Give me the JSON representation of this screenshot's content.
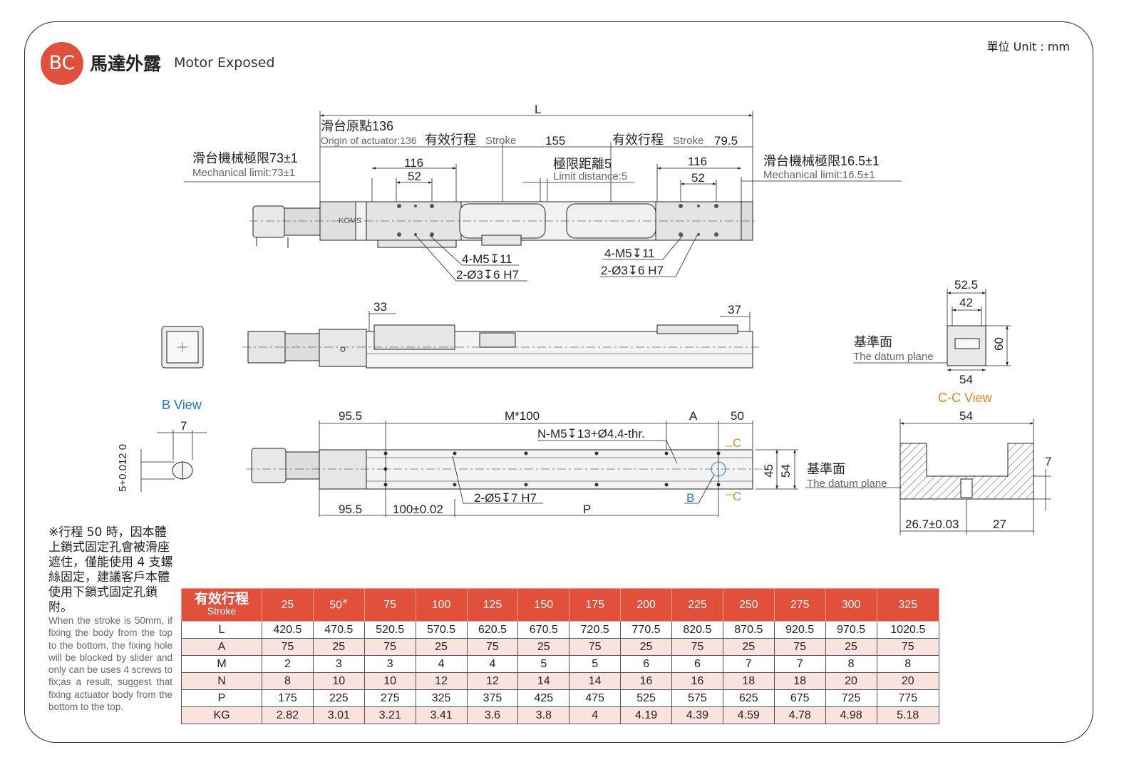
{
  "header": {
    "badge": "BC",
    "title_zh": "馬達外露",
    "title_en": "Motor Exposed",
    "unit": "單位 Unit : mm"
  },
  "colors": {
    "accent": "#e2503b",
    "row_alt": "#fbe3dd",
    "blue_label": "#1e7ac8",
    "orange_label": "#e8861e"
  },
  "drawing": {
    "top_view": {
      "L": "L",
      "origin_zh": "滑台原點136",
      "origin_en": "Origin of actuator:136",
      "stroke_zh": "有效行程",
      "stroke_en": "Stroke",
      "mid_155": "155",
      "stroke2_zh": "有效行程",
      "stroke2_en": "Stroke",
      "dim_79_5": "79.5",
      "mech_left_zh": "滑台機械極限73±1",
      "mech_left_en": "Mechanical limit:73±1",
      "limit_zh": "極限距離5",
      "limit_en": "Limit distance:5",
      "mech_right_zh": "滑台機械極限16.5±1",
      "mech_right_en": "Mechanical limit:16.5±1",
      "d116_left": "116",
      "d52_left": "52",
      "d116_right": "116",
      "d52_right": "52",
      "holes_left_1": "4-M5↧11",
      "holes_left_2": "2-Ø3↧6 H7",
      "holes_right_1": "4-M5↧11",
      "holes_right_2": "2-Ø3↧6 H7",
      "brand": "KOMS"
    },
    "side_view": {
      "d33": "33",
      "d37": "37"
    },
    "cc_view": {
      "d52_5": "52.5",
      "d42": "42",
      "d60": "60",
      "d54": "54",
      "datum_zh": "基準面",
      "datum_en": "The datum plane",
      "label": "C-C View"
    },
    "b_view": {
      "label": "B View",
      "d7": "7",
      "tol": "5+0.012\n   0"
    },
    "bottom_view": {
      "d95_5_top": "95.5",
      "M100": "M*100",
      "A": "A",
      "d50": "50",
      "nholes": "N-M5↧13+Ø4.4-thr.",
      "C_top": "C",
      "C_bot": "C",
      "d45": "45",
      "d54": "54",
      "d95_5_bot": "95.5",
      "d100": "100±0.02",
      "dowel": "2-Ø5↧7 H7",
      "P": "P",
      "B": "B",
      "datum_zh": "基準面",
      "datum_en": "The datum plane"
    },
    "section_view": {
      "d54": "54",
      "d7": "7",
      "d26_7": "26.7±0.03",
      "d27": "27"
    }
  },
  "note": {
    "zh": "※行程 50 時，因本體上鎖式固定孔會被滑座遮住，僅能使用 4 支螺絲固定，建議客戶本體使用下鎖式固定孔鎖附。",
    "en": "When the stroke is 50mm, if fixing the body from the top to the bottom, the fixing hole will be blocked by slider and only can be uses 4 screws to fix;as a result, suggest that fixing actuator body from the bottom to the top."
  },
  "table": {
    "header_zh": "有效行程",
    "header_en": "Stroke",
    "strokes": [
      "25",
      "50",
      "75",
      "100",
      "125",
      "150",
      "175",
      "200",
      "225",
      "250",
      "275",
      "300",
      "325"
    ],
    "mark_50": "※",
    "rows": [
      {
        "label": "L",
        "values": [
          "420.5",
          "470.5",
          "520.5",
          "570.5",
          "620.5",
          "670.5",
          "720.5",
          "770.5",
          "820.5",
          "870.5",
          "920.5",
          "970.5",
          "1020.5"
        ]
      },
      {
        "label": "A",
        "values": [
          "75",
          "25",
          "75",
          "25",
          "75",
          "25",
          "75",
          "25",
          "75",
          "25",
          "75",
          "25",
          "75"
        ]
      },
      {
        "label": "M",
        "values": [
          "2",
          "3",
          "3",
          "4",
          "4",
          "5",
          "5",
          "6",
          "6",
          "7",
          "7",
          "8",
          "8"
        ]
      },
      {
        "label": "N",
        "values": [
          "8",
          "10",
          "10",
          "12",
          "12",
          "14",
          "14",
          "16",
          "16",
          "18",
          "18",
          "20",
          "20"
        ]
      },
      {
        "label": "P",
        "values": [
          "175",
          "225",
          "275",
          "325",
          "375",
          "425",
          "475",
          "525",
          "575",
          "625",
          "675",
          "725",
          "775"
        ]
      },
      {
        "label": "KG",
        "values": [
          "2.82",
          "3.01",
          "3.21",
          "3.41",
          "3.6",
          "3.8",
          "4",
          "4.19",
          "4.39",
          "4.59",
          "4.78",
          "4.98",
          "5.18"
        ]
      }
    ]
  }
}
